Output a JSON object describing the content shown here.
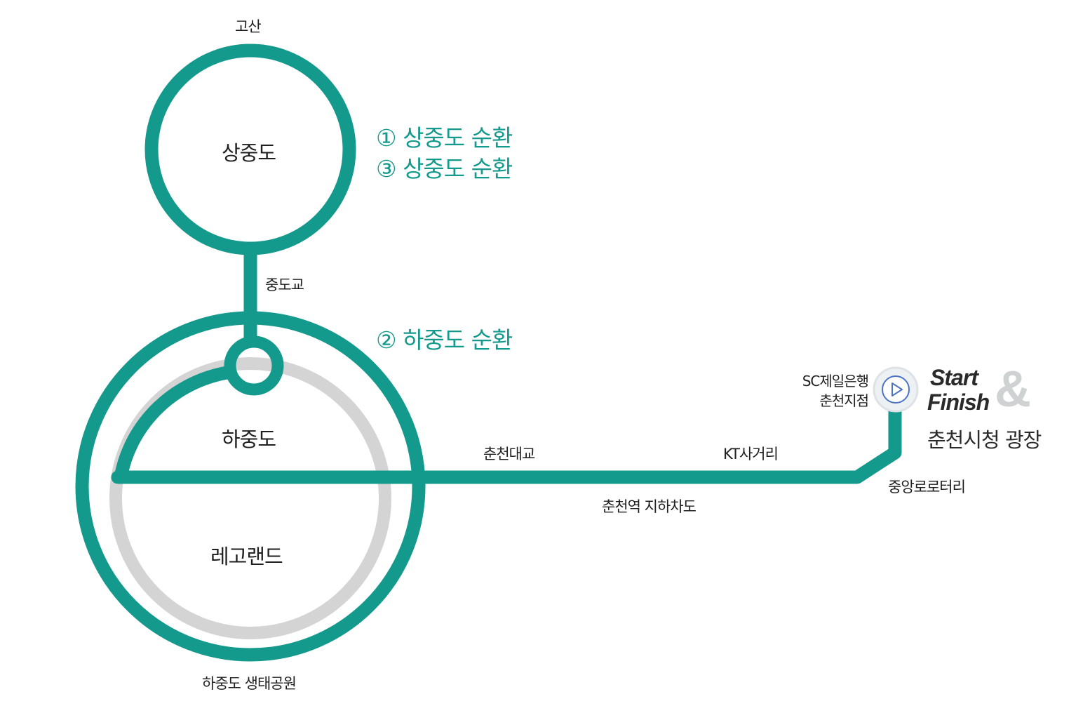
{
  "colors": {
    "route_line": "#149a8c",
    "legoland_ring": "#d4d4d4",
    "text": "#1f1f1f",
    "route_label": "#149a8c",
    "ampersand": "#cfd2d3"
  },
  "places": {
    "gosan": "고산",
    "sangjungdo": "상중도",
    "jungdogyo": "중도교",
    "hajungdo": "하중도",
    "legoland": "레고랜드",
    "hajungdo_park": "하중도 생태공원",
    "chuncheon_bridge": "춘천대교",
    "kt_crossroad": "KT사거리",
    "chuncheon_underpass": "춘천역 지하차도",
    "central_rotary": "중앙로로터리",
    "sc_bank_line1": "SC제일은행",
    "sc_bank_line2": "춘천지점"
  },
  "routes": {
    "route1": "① 상중도 순환",
    "route3": "③ 상중도 순환",
    "route2": "② 하중도 순환"
  },
  "start_finish": {
    "start": "Start",
    "finish": "Finish",
    "ampersand": "&",
    "plaza": "춘천시청 광장",
    "icon": "play-icon"
  }
}
